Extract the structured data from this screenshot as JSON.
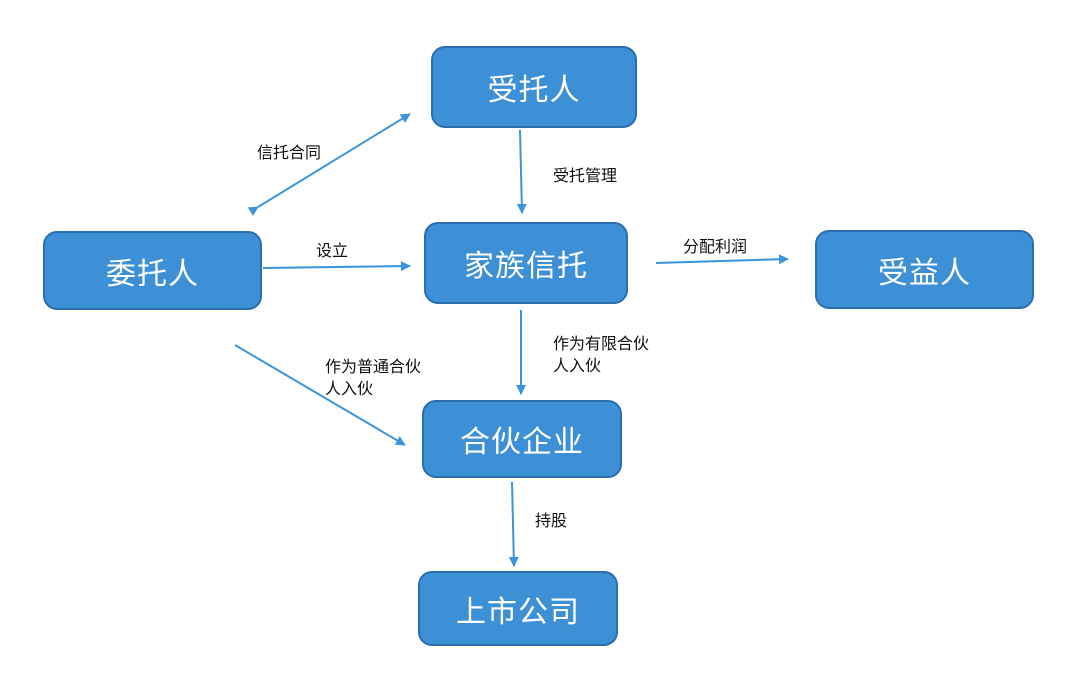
{
  "nodes": {
    "trustee": "受托人",
    "settlor": "委托人",
    "family_trust": "家族信托",
    "beneficiary": "受益人",
    "partnership": "合伙企业",
    "listed_company": "上市公司"
  },
  "edges": {
    "trust_contract": "信托合同",
    "trustee_management": "受托管理",
    "establish": "设立",
    "profit_distribution": "分配利润",
    "limited_partner": "作为有限合伙人入伙",
    "general_partner": "作为普通合伙人入伙",
    "shareholding": "持股"
  },
  "colors": {
    "node_fill": "#3d8fd6",
    "node_border": "#2a6fad",
    "arrow": "#3b95dc"
  }
}
